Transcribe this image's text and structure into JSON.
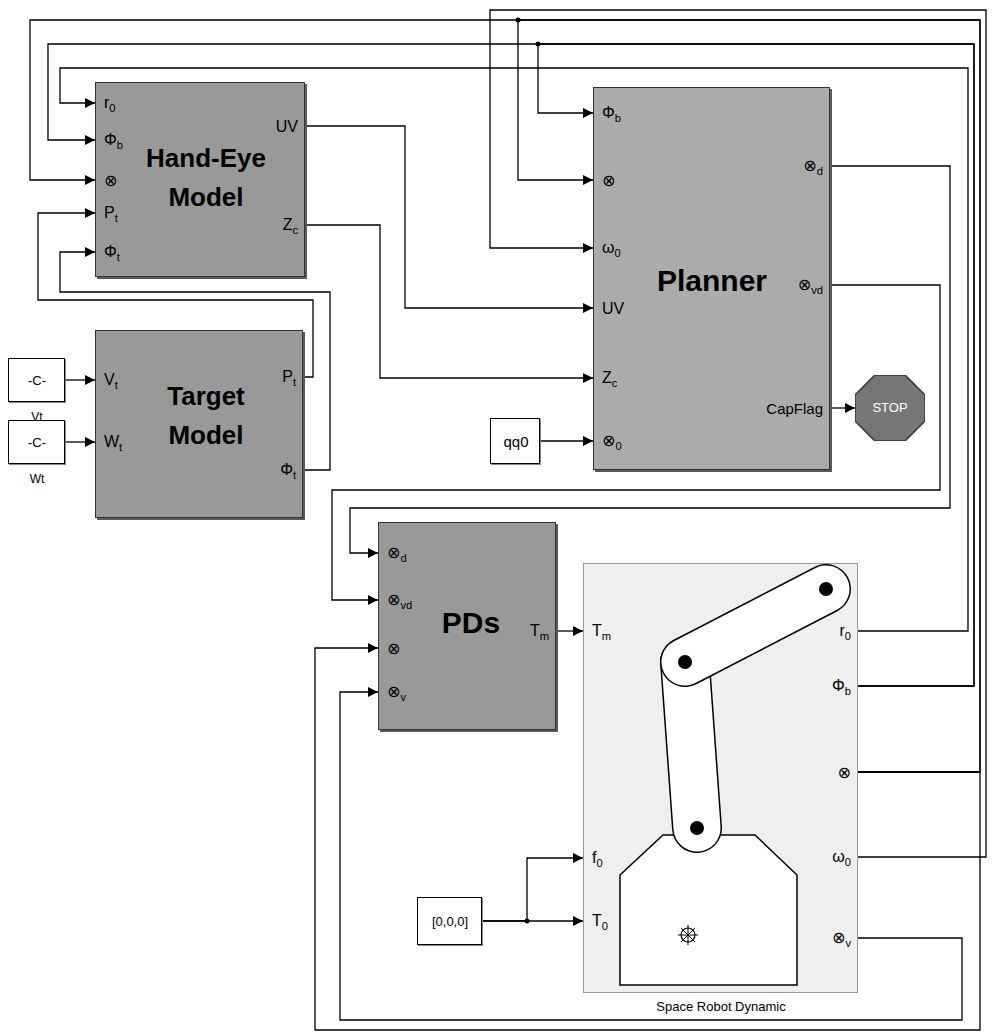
{
  "diagram": {
    "nodes": [
      {
        "text": [
          "Hand-Eye Model",
          "r0",
          "Φb",
          "⊗",
          "Pt",
          "Φt",
          "UV",
          "Zc"
        ]
      },
      {
        "text": [
          "Planner",
          "Φb",
          "⊗",
          "ω0",
          "UV",
          "Zc",
          "⊗0",
          "⊗d",
          "⊗vd",
          "CapFlag"
        ]
      },
      {
        "text": [
          "-C-",
          "Vt"
        ]
      },
      {
        "text": [
          "Target Model",
          "Vt",
          "Wt",
          "Pt",
          "Φt"
        ]
      },
      {
        "text": [
          "-C-",
          "Wt"
        ]
      },
      {
        "text": [
          "qq0"
        ]
      },
      {
        "text": [
          "STOP"
        ]
      },
      {
        "text": [
          "PDs",
          "⊗d",
          "⊗vd",
          "⊗",
          "⊗v",
          "Tm"
        ]
      },
      {
        "text": [
          "Tm",
          "f0",
          "T0",
          "r0",
          "Φb",
          "⊗",
          "ω0",
          "⊗v",
          "Space Robot Dynamic"
        ]
      },
      {
        "text": [
          "[0,0,0]"
        ]
      }
    ],
    "edges": [
      {
        "from": 2,
        "to": 3,
        "arrow": "to"
      },
      {
        "from": 4,
        "to": 3,
        "arrow": "to"
      },
      {
        "from": 3,
        "to": 0,
        "arrow": "to"
      },
      {
        "from": 3,
        "to": 0,
        "arrow": "to"
      },
      {
        "from": 0,
        "to": 1,
        "arrow": "to"
      },
      {
        "from": 0,
        "to": 1,
        "arrow": "to"
      },
      {
        "from": 5,
        "to": 1,
        "arrow": "to"
      },
      {
        "from": 1,
        "to": 6,
        "arrow": "to"
      },
      {
        "from": 1,
        "to": 7,
        "arrow": "to"
      },
      {
        "from": 1,
        "to": 7,
        "arrow": "to"
      },
      {
        "from": 7,
        "to": 8,
        "arrow": "to"
      },
      {
        "from": 9,
        "to": 8,
        "arrow": "to"
      },
      {
        "from": 9,
        "to": 8,
        "arrow": "to"
      },
      {
        "from": 8,
        "to": 0,
        "arrow": "to"
      },
      {
        "from": 8,
        "to": 0,
        "arrow": "to"
      },
      {
        "from": 8,
        "to": 0,
        "arrow": "to"
      },
      {
        "from": 8,
        "to": 1,
        "arrow": "to"
      },
      {
        "from": 8,
        "to": 1,
        "arrow": "to"
      },
      {
        "from": 8,
        "to": 1,
        "arrow": "to"
      },
      {
        "from": 8,
        "to": 7,
        "arrow": "to"
      },
      {
        "from": 8,
        "to": 7,
        "arrow": "to"
      }
    ]
  }
}
